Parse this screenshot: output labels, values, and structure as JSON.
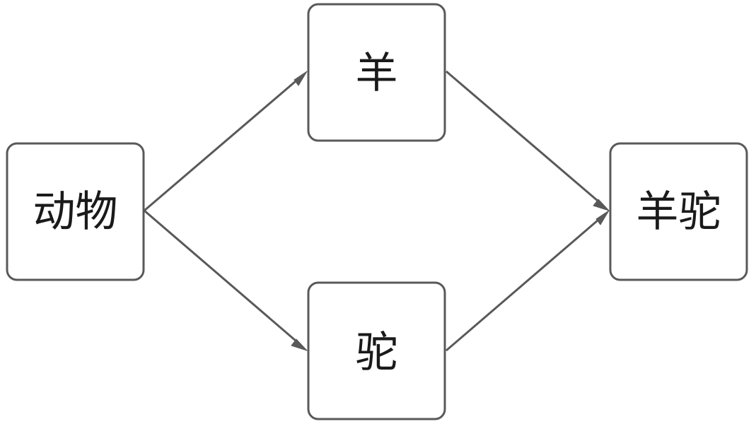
{
  "nodes": [
    {
      "id": "animal",
      "label": "动物"
    },
    {
      "id": "sheep",
      "label": "羊"
    },
    {
      "id": "camel",
      "label": "驼"
    },
    {
      "id": "alpaca",
      "label": "羊驼"
    }
  ],
  "edges": [
    {
      "from": "animal",
      "to": "sheep"
    },
    {
      "from": "animal",
      "to": "camel"
    },
    {
      "from": "sheep",
      "to": "alpaca"
    },
    {
      "from": "camel",
      "to": "alpaca"
    }
  ],
  "colors": {
    "stroke": "#595959",
    "text": "#1a1a1a",
    "fill": "#ffffff"
  }
}
